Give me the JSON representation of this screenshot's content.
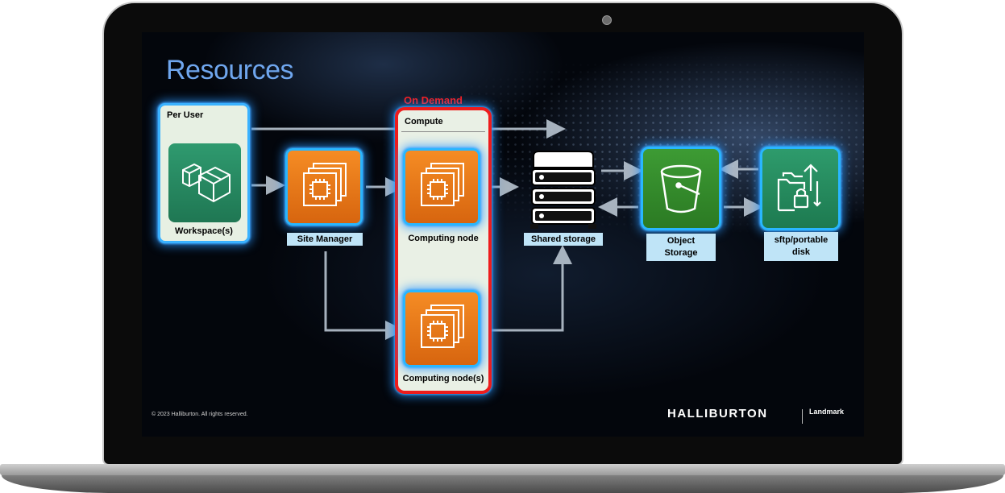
{
  "slide": {
    "title": "Resources",
    "on_demand_label": "On Demand",
    "compute_label": "Compute",
    "per_user_label": "Per User"
  },
  "nodes": {
    "workspace": "Workspace(s)",
    "site_manager": "Site Manager",
    "computing_node": "Computing node",
    "computing_nodes": "Computing node(s)",
    "shared_storage": "Shared storage",
    "object_storage": "Object\nStorage",
    "sftp": "sftp/portable\ndisk"
  },
  "footer": {
    "copyright": "© 2023 Halliburton. All rights reserved.",
    "brand": "HALLIBURTON",
    "sub_brand": "Landmark"
  },
  "colors": {
    "title": "#6fa6ee",
    "accent_blue": "#29b6ff",
    "on_demand_red": "#ee1c1c",
    "ec2_orange": "#f58c24",
    "s3_green": "#3d9b34",
    "workspace_green": "#2f9a6f",
    "caption_bg": "#bfe4f7"
  },
  "icons": [
    "workspace-icon",
    "ec2-chip-icon",
    "server-stack-icon",
    "bucket-icon",
    "transfer-family-icon"
  ]
}
